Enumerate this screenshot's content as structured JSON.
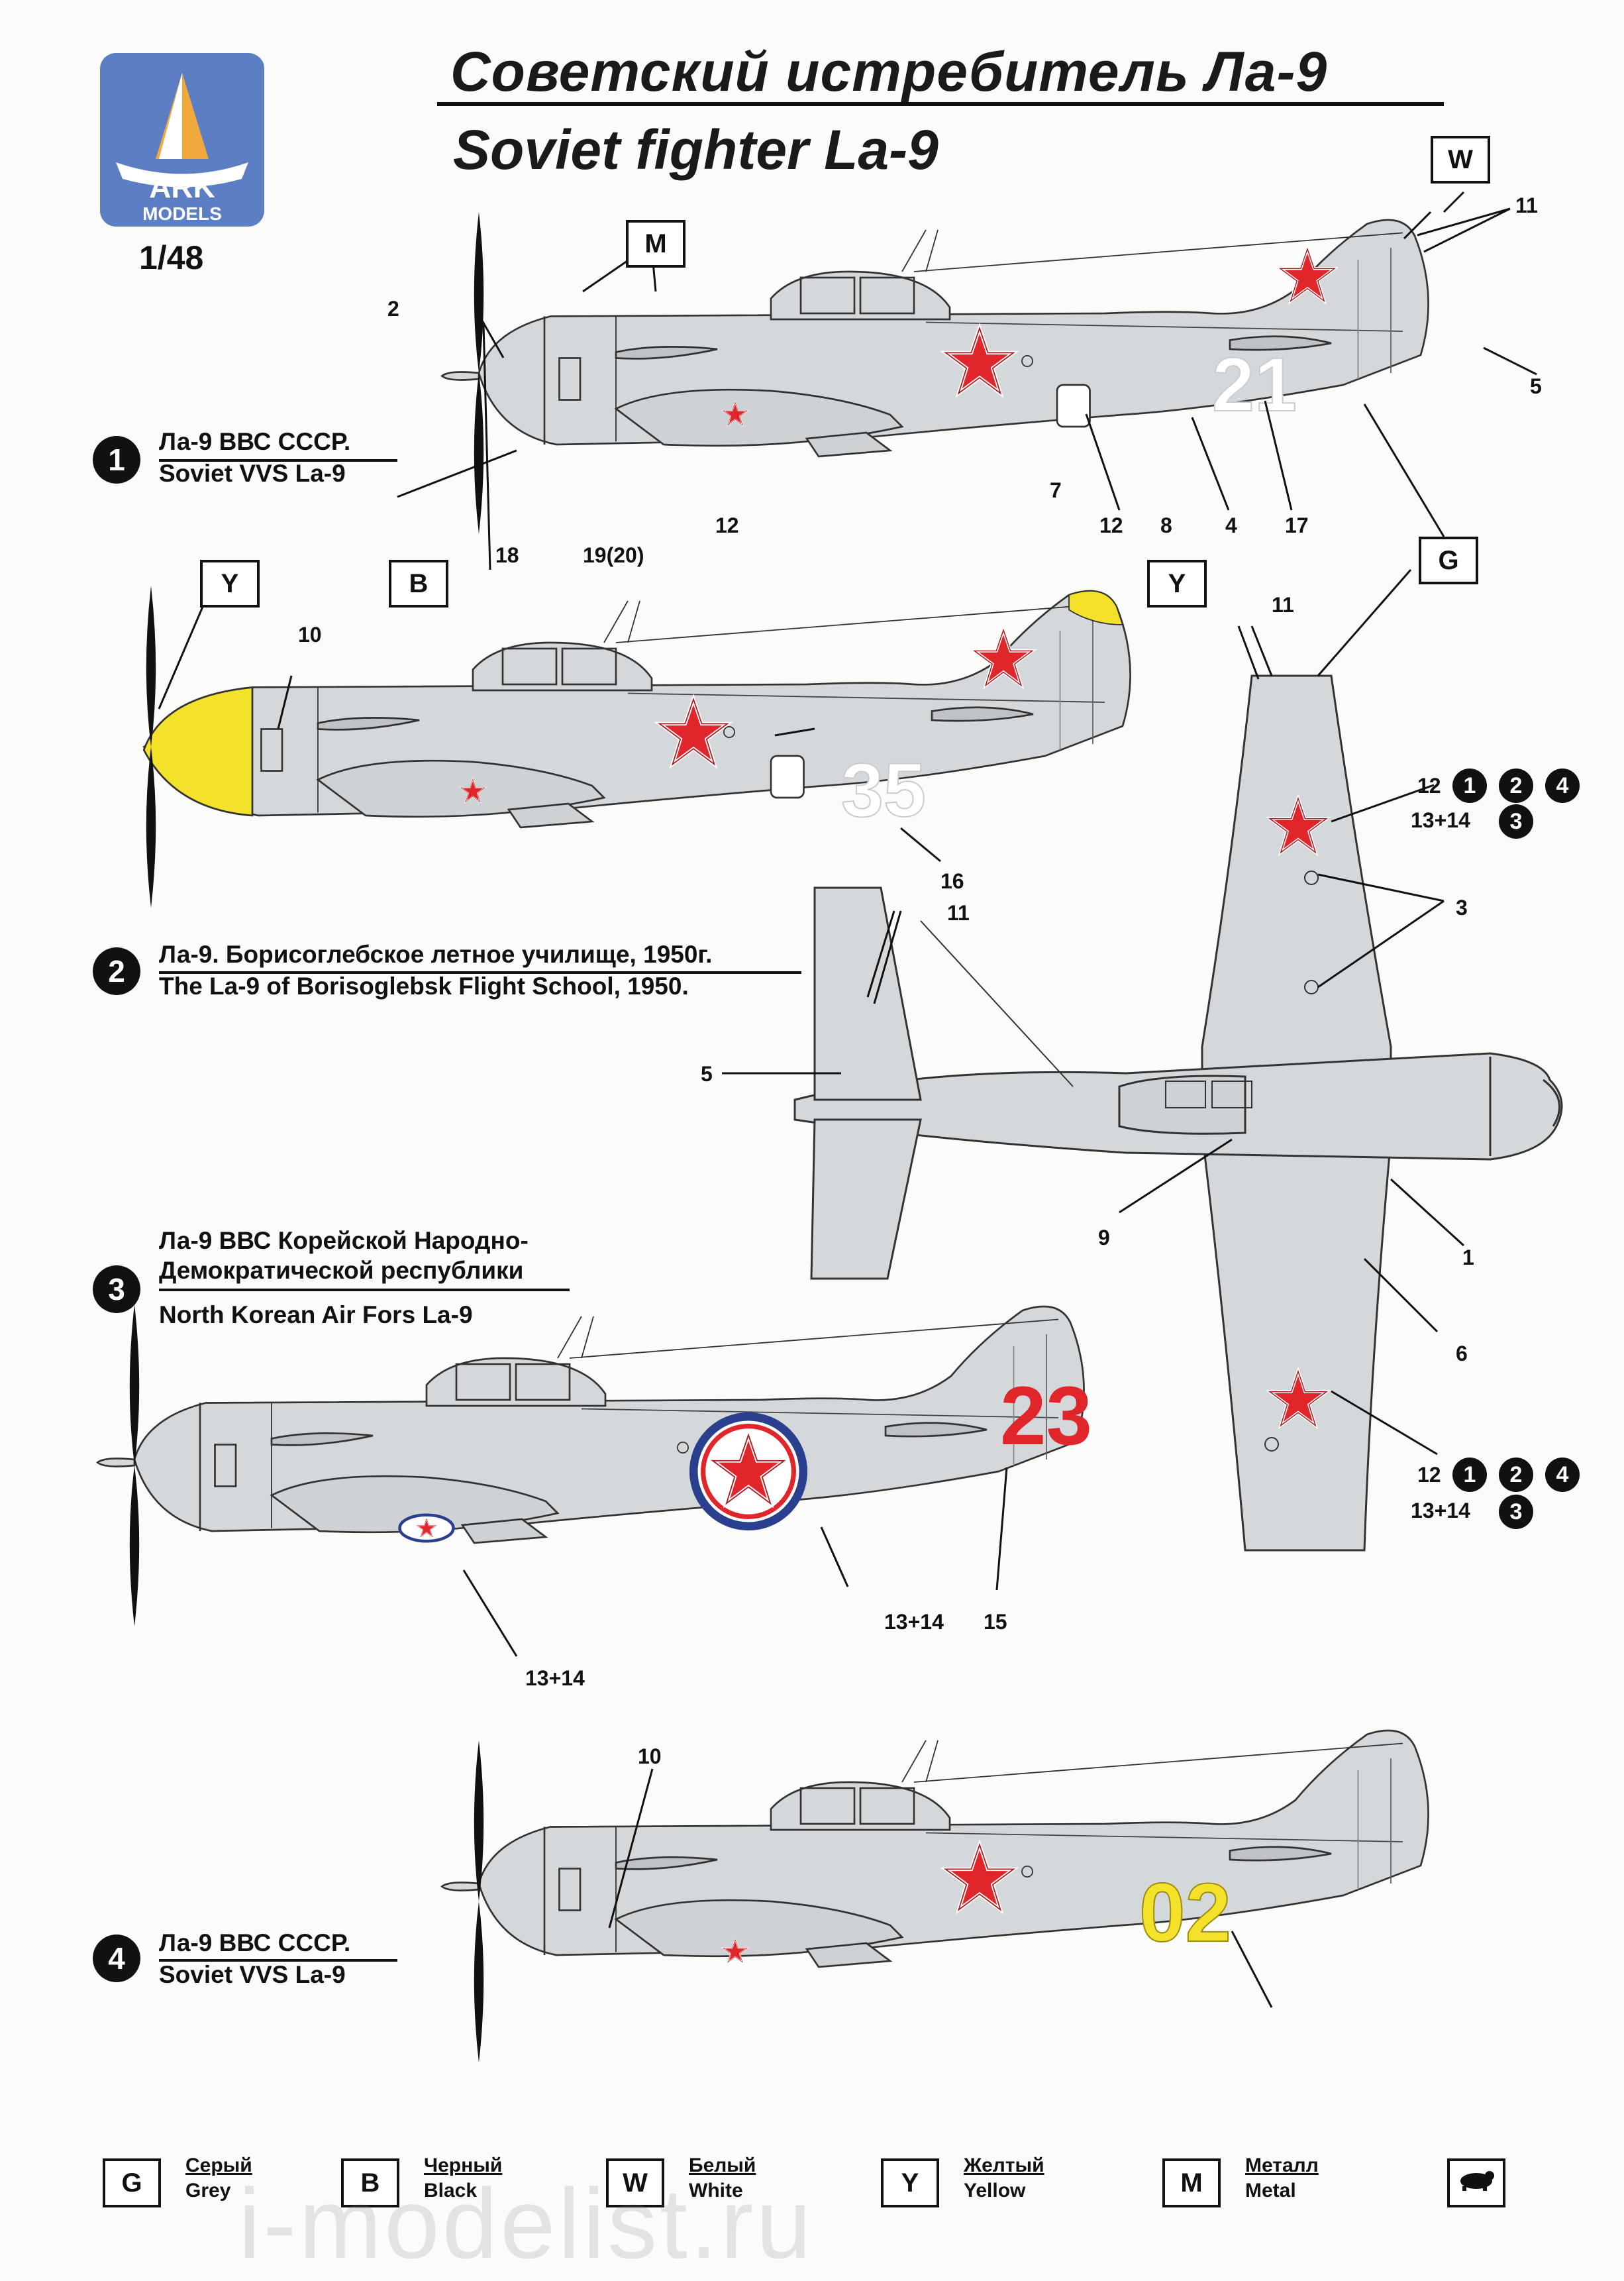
{
  "brand": {
    "name": "ARK",
    "sub": "MODELS"
  },
  "title_ru": "Советский истребитель  Ла-9",
  "title_en": "Soviet fighter  La-9",
  "scale": "1/48",
  "schemes": [
    {
      "num": "1",
      "line1": "Ла-9 ВВС СССР.",
      "line2": "Soviet VVS La-9"
    },
    {
      "num": "2",
      "line1": "Ла-9. Борисоглебское летное училище, 1950г.",
      "line2": "The La-9 of Borisoglebsk Flight School, 1950."
    },
    {
      "num": "3",
      "line1": "Ла-9 ВВС Корейской Народно-",
      "line1b": "Демократической республики",
      "line2": "North Korean Air Fors La-9"
    },
    {
      "num": "4",
      "line1": "Ла-9 ВВС СССР.",
      "line2": "Soviet VVS La-9"
    }
  ],
  "aircraft_numbers": {
    "a1": "21",
    "a2": "35",
    "a3": "23",
    "a4": "02"
  },
  "color_letters": {
    "m": "M",
    "w": "W",
    "b": "B",
    "y": "Y",
    "g": "G"
  },
  "callouts": {
    "c2": "2",
    "c11": "11",
    "c5": "5",
    "c18": "18",
    "c19": "19(20)",
    "c12": "12",
    "c7": "7",
    "c8": "8",
    "c4": "4",
    "c17": "17",
    "c10": "10",
    "c16": "16",
    "c3": "3",
    "c9": "9",
    "c1": "1",
    "c6": "6",
    "c13_14": "13+14",
    "c15": "15"
  },
  "plan_refs": {
    "upper_num": "12",
    "upper_sub": "13+14",
    "lower_num": "12",
    "lower_sub": "13+14",
    "d1": "1",
    "d2": "2",
    "d4": "4",
    "d3": "3"
  },
  "legend": [
    {
      "letter": "G",
      "ru": "Серый",
      "en": "Grey"
    },
    {
      "letter": "B",
      "ru": "Черный",
      "en": "Black"
    },
    {
      "letter": "W",
      "ru": "Белый",
      "en": "White"
    },
    {
      "letter": "Y",
      "ru": "Желтый",
      "en": "Yellow"
    },
    {
      "letter": "M",
      "ru": "Металл",
      "en": "Metal"
    }
  ],
  "watermark": "i-modelist.ru",
  "colors": {
    "grey": "#d5d8db",
    "red": "#e0262b",
    "yellow": "#f3e12a",
    "black": "#111111",
    "korea_blue": "#2b3f8f"
  }
}
